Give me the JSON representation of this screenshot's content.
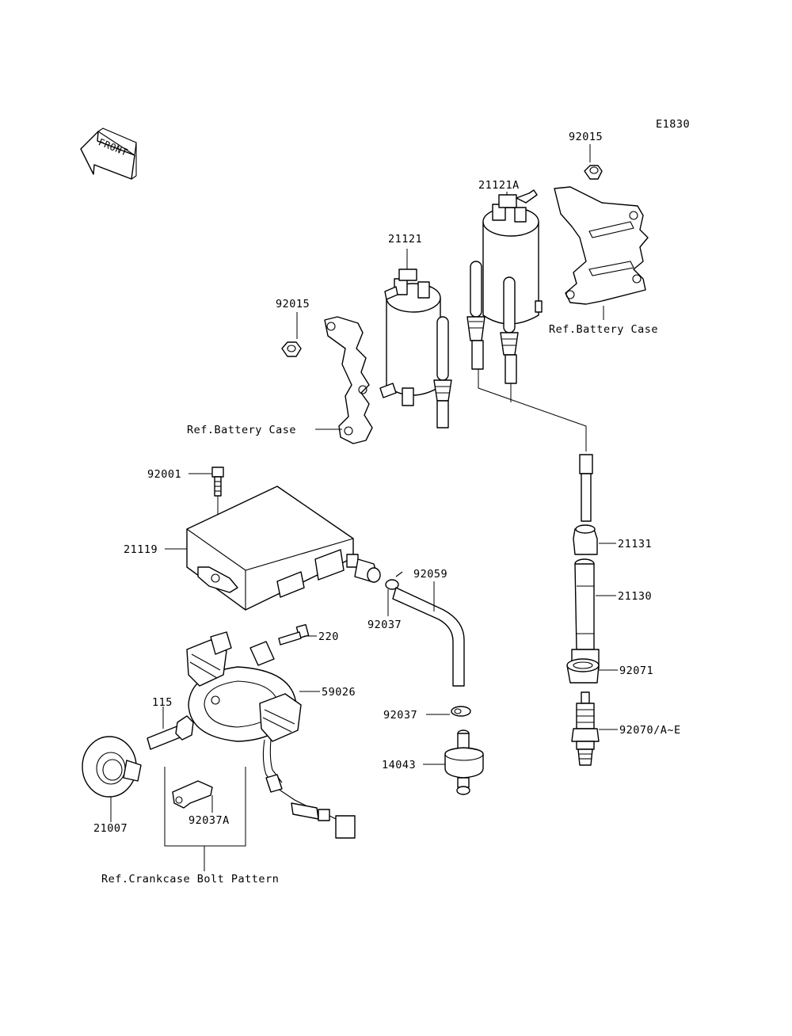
{
  "diagram_code": "E1830",
  "front_arrow_label": "FRONT",
  "callouts": {
    "c92015_top": "92015",
    "c21121A": "21121A",
    "c21121": "21121",
    "c92015_left": "92015",
    "ref_battery_right": "Ref.Battery Case",
    "ref_battery_left": "Ref.Battery Case",
    "c92001": "92001",
    "c21119": "21119",
    "c92059": "92059",
    "c92037_a": "92037",
    "c220": "220",
    "c59026": "59026",
    "c92037_b": "92037",
    "c14043": "14043",
    "c115": "115",
    "c21007": "21007",
    "c92037A": "92037A",
    "ref_crankcase": "Ref.Crankcase Bolt Pattern",
    "c21131": "21131",
    "c21130": "21130",
    "c92071": "92071",
    "c92070": "92070/A~E"
  }
}
